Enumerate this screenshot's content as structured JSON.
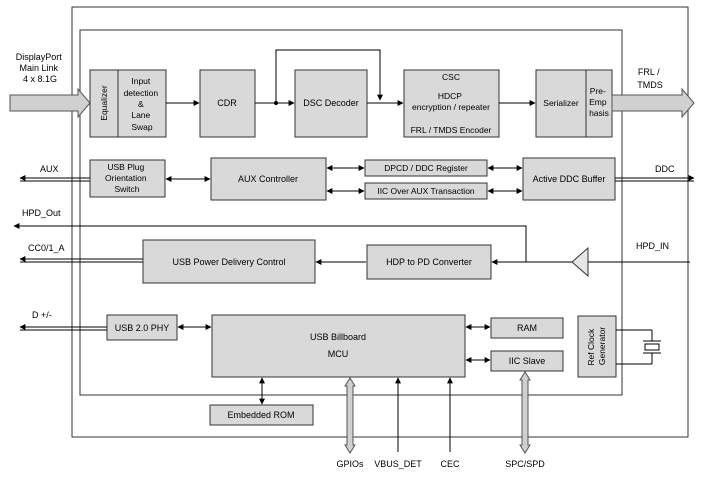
{
  "blocks": {
    "equalizer": "Equalizer",
    "input_detection": [
      "Input",
      "detection",
      "&",
      "Lane",
      "Swap"
    ],
    "cdr": "CDR",
    "dsc_decoder": "DSC Decoder",
    "csc": "CSC",
    "hdcp": [
      "HDCP",
      "encryption / repeater"
    ],
    "frl_tmds_encoder": "FRL / TMDS Encoder",
    "serializer": "Serializer",
    "pre_emphasis": [
      "Pre-",
      "Emp",
      "hasis"
    ],
    "usb_plug_orientation": [
      "USB Plug",
      "Orientation",
      "Switch"
    ],
    "aux_controller": "AUX Controller",
    "dpcd_ddc_register": "DPCD / DDC Register",
    "iic_over_aux": "IIC Over AUX Transaction",
    "active_ddc_buffer": "Active DDC Buffer",
    "usb_pd_control": "USB Power Delivery Control",
    "hdp_to_pd": "HDP to PD Converter",
    "usb_phy": "USB 2.0 PHY",
    "usb_billboard": "USB Billboard",
    "mcu": "MCU",
    "ram": "RAM",
    "iic_slave": "IIC Slave",
    "ref_clock": [
      "Ref Clock",
      "Generator"
    ],
    "embedded_rom": "Embedded ROM"
  },
  "signals": {
    "displayport": [
      "DisplayPort",
      "Main Link",
      "4 x 8.1G"
    ],
    "frl_tmds": [
      "FRL /",
      "TMDS"
    ],
    "aux": "AUX",
    "ddc": "DDC",
    "hpd_out": "HPD_Out",
    "cc": "CC0/1_A",
    "hpd_in": "HPD_IN",
    "d": "D +/-",
    "gpios": "GPIOs",
    "vbus_det": "VBUS_DET",
    "cec": "CEC",
    "spc_spd": "SPC/SPD"
  }
}
